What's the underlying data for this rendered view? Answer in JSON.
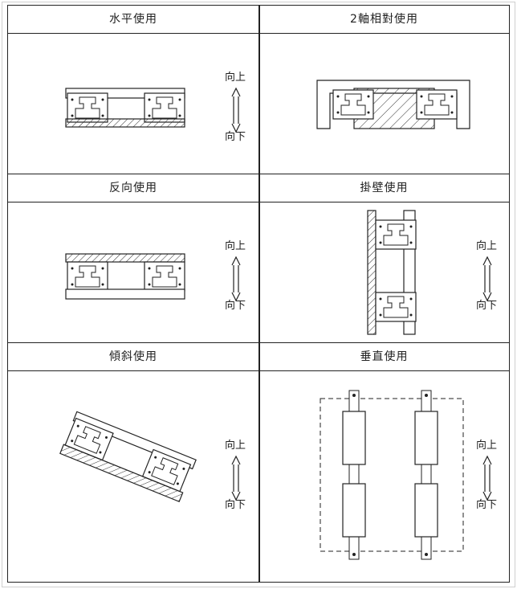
{
  "headers": {
    "horizontal": "水平使用",
    "relative": "2軸相對使用",
    "reverse": "反向使用",
    "wall": "掛壁使用",
    "tilted": "傾斜使用",
    "vertical": "垂直使用"
  },
  "direction": {
    "up": "向上",
    "down": "向下"
  }
}
